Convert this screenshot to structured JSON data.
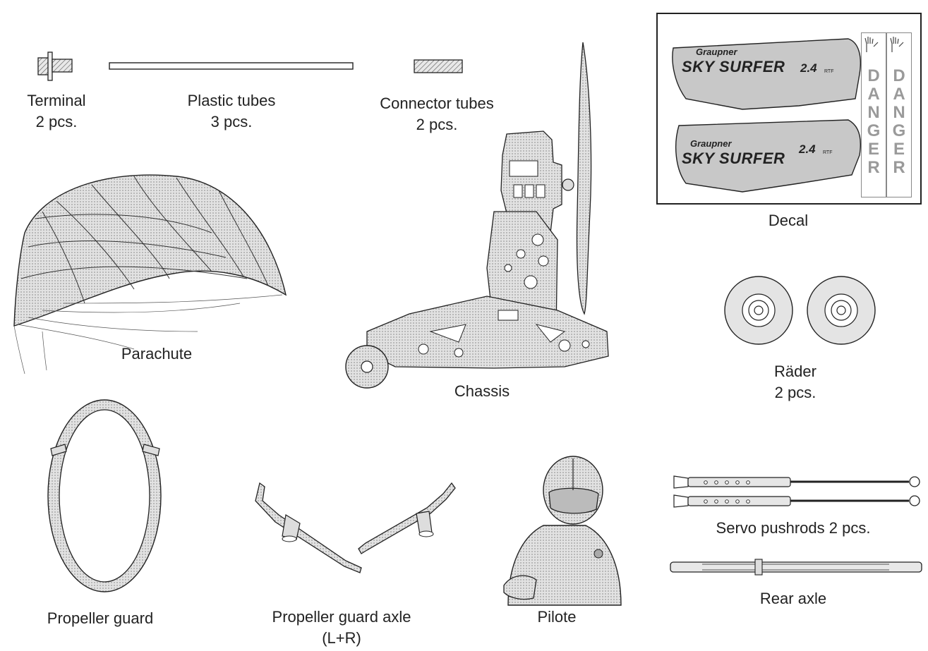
{
  "labels": {
    "terminal": {
      "name": "Terminal",
      "qty": "2 pcs."
    },
    "plastic_tubes": {
      "name": "Plastic tubes",
      "qty": "3 pcs."
    },
    "connector_tubes": {
      "name": "Connector tubes",
      "qty": "2 pcs."
    },
    "decal": {
      "name": "Decal"
    },
    "parachute": {
      "name": "Parachute"
    },
    "chassis": {
      "name": "Chassis"
    },
    "wheels": {
      "name": "Räder",
      "qty": "2 pcs."
    },
    "propeller_guard": {
      "name": "Propeller guard"
    },
    "propeller_guard_axle": {
      "name": "Propeller guard axle",
      "qty": "(L+R)"
    },
    "pilot": {
      "name": "Pilote"
    },
    "servo_pushrods": {
      "name": "Servo pushrods 2 pcs."
    },
    "rear_axle": {
      "name": "Rear axle"
    }
  },
  "decal": {
    "brand": "Graupner",
    "model": "SKY SURFER",
    "version": "2.4",
    "suffix": "RTF",
    "danger": [
      "D",
      "A",
      "N",
      "G",
      "E",
      "R"
    ]
  },
  "colors": {
    "line": "#2a2a2a",
    "fill": "#cfcfcf",
    "decal_fill": "#c8c8c8"
  }
}
